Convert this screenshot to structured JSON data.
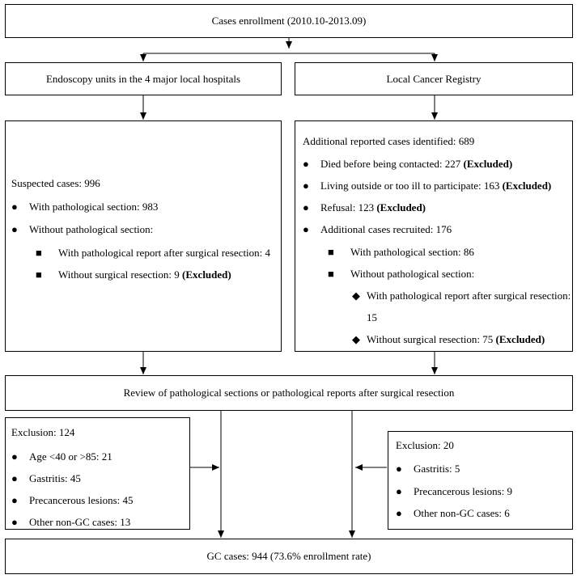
{
  "enrollment": {
    "label": "Cases enrollment (2010.10-2013.09)"
  },
  "left_source": {
    "label": "Endoscopy units in the 4 major local hospitals"
  },
  "right_source": {
    "label": "Local Cancer Registry"
  },
  "left_details": {
    "suspected": "Suspected cases: 996",
    "with_section": "With pathological section: 983",
    "without_section": "Without pathological section:",
    "report_after_resection": "With pathological report after surgical resection: 4",
    "no_resection_text": "Without surgical resection: 9 ",
    "excluded": "(Excluded)"
  },
  "right_details": {
    "additional_identified": "Additional reported cases identified: 689",
    "died_text": "Died before being contacted: 227 ",
    "outside_text": "Living outside or too ill to participate: 163 ",
    "refusal_text": "Refusal: 123 ",
    "recruited": "Additional cases recruited: 176",
    "with_section": "With pathological section: 86",
    "without_section": "Without pathological section:",
    "report_after_resection_1": "With pathological report after surgical resection:",
    "report_after_resection_2": "15",
    "no_resection_text": "Without surgical resection: 75 ",
    "excluded": "(Excluded)"
  },
  "review": {
    "label": "Review of pathological sections or pathological reports after surgical resection"
  },
  "exclusion_left": {
    "title": "Exclusion: 124",
    "items": [
      "Age <40 or >85: 21",
      "Gastritis: 45",
      "Precancerous lesions: 45",
      "Other non-GC cases: 13"
    ]
  },
  "exclusion_right": {
    "title": "Exclusion: 20",
    "items": [
      "Gastritis: 5",
      "Precancerous lesions: 9",
      "Other non-GC cases: 6"
    ]
  },
  "final": {
    "label": "GC cases: 944 (73.6% enrollment rate)"
  },
  "bullets": {
    "circle": "●",
    "square": "■",
    "diamond": "◆"
  }
}
